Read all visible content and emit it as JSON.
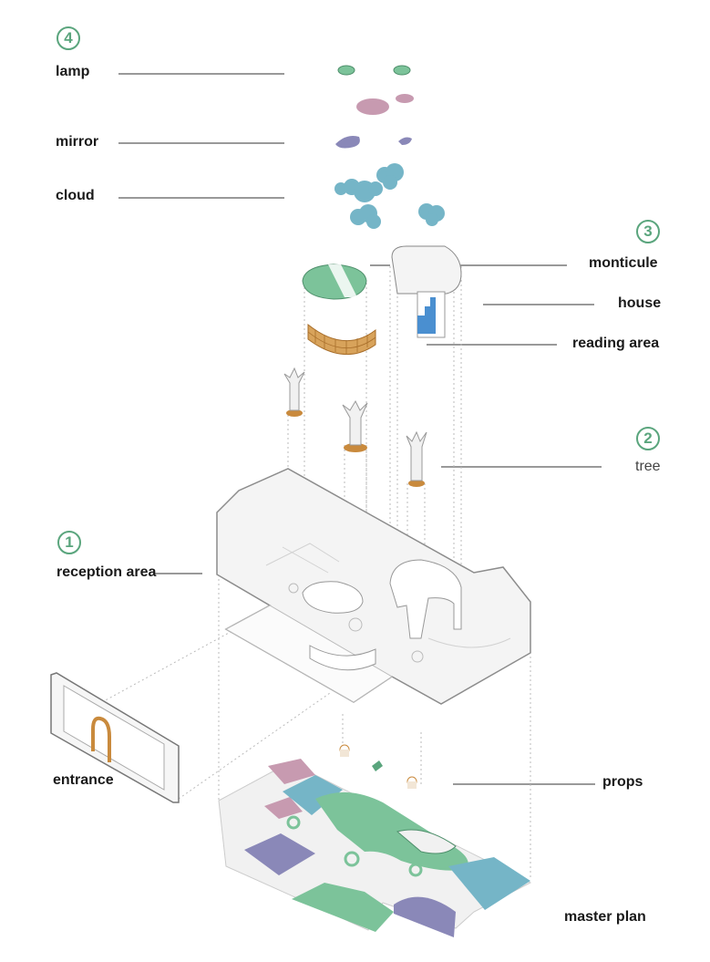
{
  "sections": {
    "one": "1",
    "two": "2",
    "three": "3",
    "four": "4"
  },
  "labels": {
    "lamp": "lamp",
    "mirror": "mirror",
    "cloud": "cloud",
    "monticule": "monticule",
    "house": "house",
    "reading_area": "reading area",
    "tree": "tree",
    "reception_area": "reception area",
    "entrance": "entrance",
    "props": "props",
    "master_plan": "master plan"
  },
  "colors": {
    "accent_green": "#5aa57d",
    "floor_green": "#7cc39a",
    "teal": "#75b5c7",
    "pink": "#c79ab0",
    "lavender": "#8a88b8",
    "wood": "#c98a3d",
    "line": "#9a9a9a"
  }
}
